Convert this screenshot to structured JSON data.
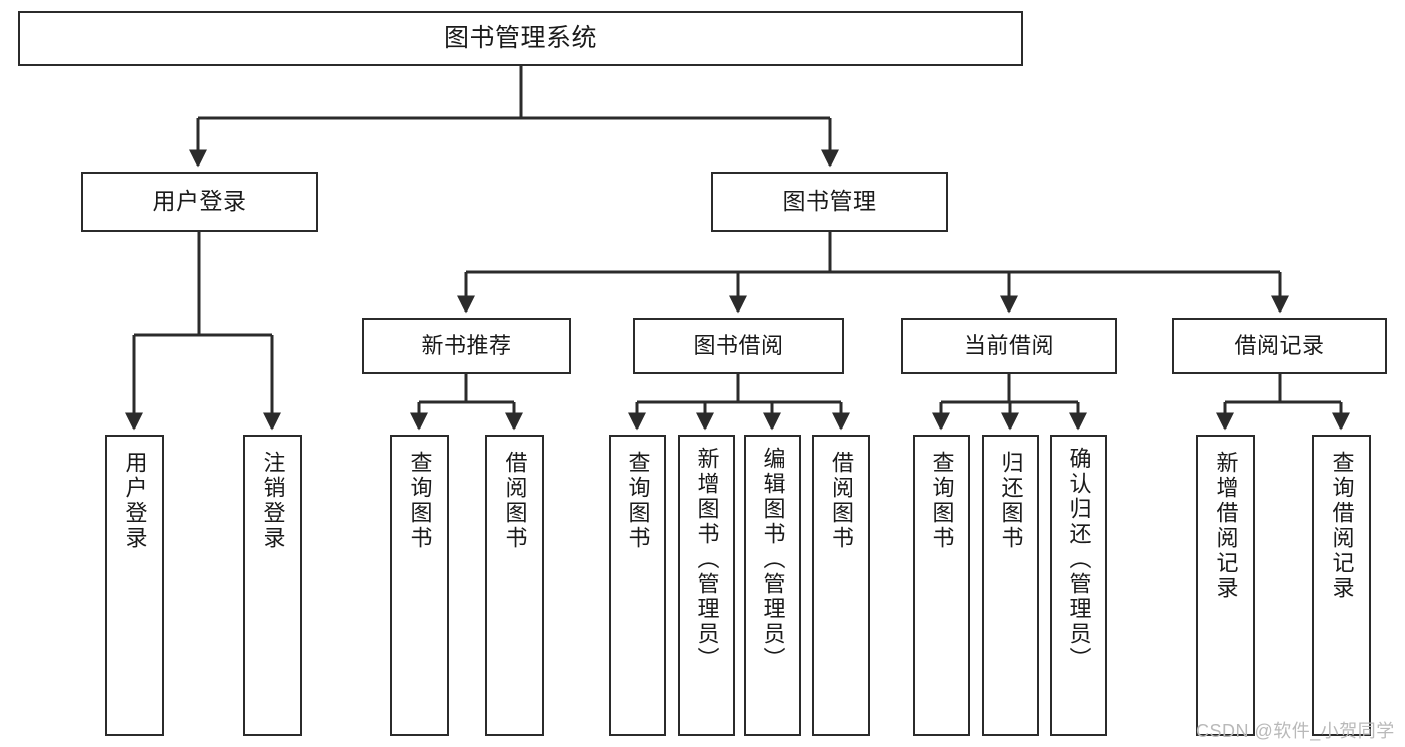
{
  "diagram": {
    "type": "tree-hierarchy",
    "title": "图书管理系统",
    "watermark": "CSDN @软件_小贺同学",
    "colors": {
      "box_border": "#2b2b2b",
      "box_fill": "#ffffff",
      "edge": "#2b2b2b",
      "text": "#1a1a1a",
      "watermark": "#b9b9b9",
      "background": "#ffffff"
    },
    "nodes": {
      "root": {
        "label": "图书管理系统"
      },
      "level1": [
        {
          "id": "user-login",
          "label": "用户登录"
        },
        {
          "id": "book-manage",
          "label": "图书管理"
        }
      ],
      "level2": [
        {
          "id": "new-book-recommend",
          "label": "新书推荐"
        },
        {
          "id": "book-borrow",
          "label": "图书借阅"
        },
        {
          "id": "current-borrow",
          "label": "当前借阅"
        },
        {
          "id": "borrow-record",
          "label": "借阅记录"
        }
      ],
      "leaves": {
        "user-login": [
          {
            "id": "leaf-user-login",
            "label": "用户登录"
          },
          {
            "id": "leaf-logout-login",
            "label": "注销登录"
          }
        ],
        "new-book-recommend": [
          {
            "id": "leaf-query-book-1",
            "label": "查询图书"
          },
          {
            "id": "leaf-borrow-book-1",
            "label": "借阅图书"
          }
        ],
        "book-borrow": [
          {
            "id": "leaf-query-book-2",
            "label": "查询图书"
          },
          {
            "id": "leaf-add-book",
            "label": "新增图书（管理员）"
          },
          {
            "id": "leaf-edit-book",
            "label": "编辑图书（管理员）"
          },
          {
            "id": "leaf-borrow-book-2",
            "label": "借阅图书"
          }
        ],
        "current-borrow": [
          {
            "id": "leaf-query-book-3",
            "label": "查询图书"
          },
          {
            "id": "leaf-return-book",
            "label": "归还图书"
          },
          {
            "id": "leaf-confirm-return",
            "label": "确认归还（管理员）"
          }
        ],
        "borrow-record": [
          {
            "id": "leaf-add-record",
            "label": "新增借阅记录"
          },
          {
            "id": "leaf-query-record",
            "label": "查询借阅记录"
          }
        ]
      }
    }
  }
}
